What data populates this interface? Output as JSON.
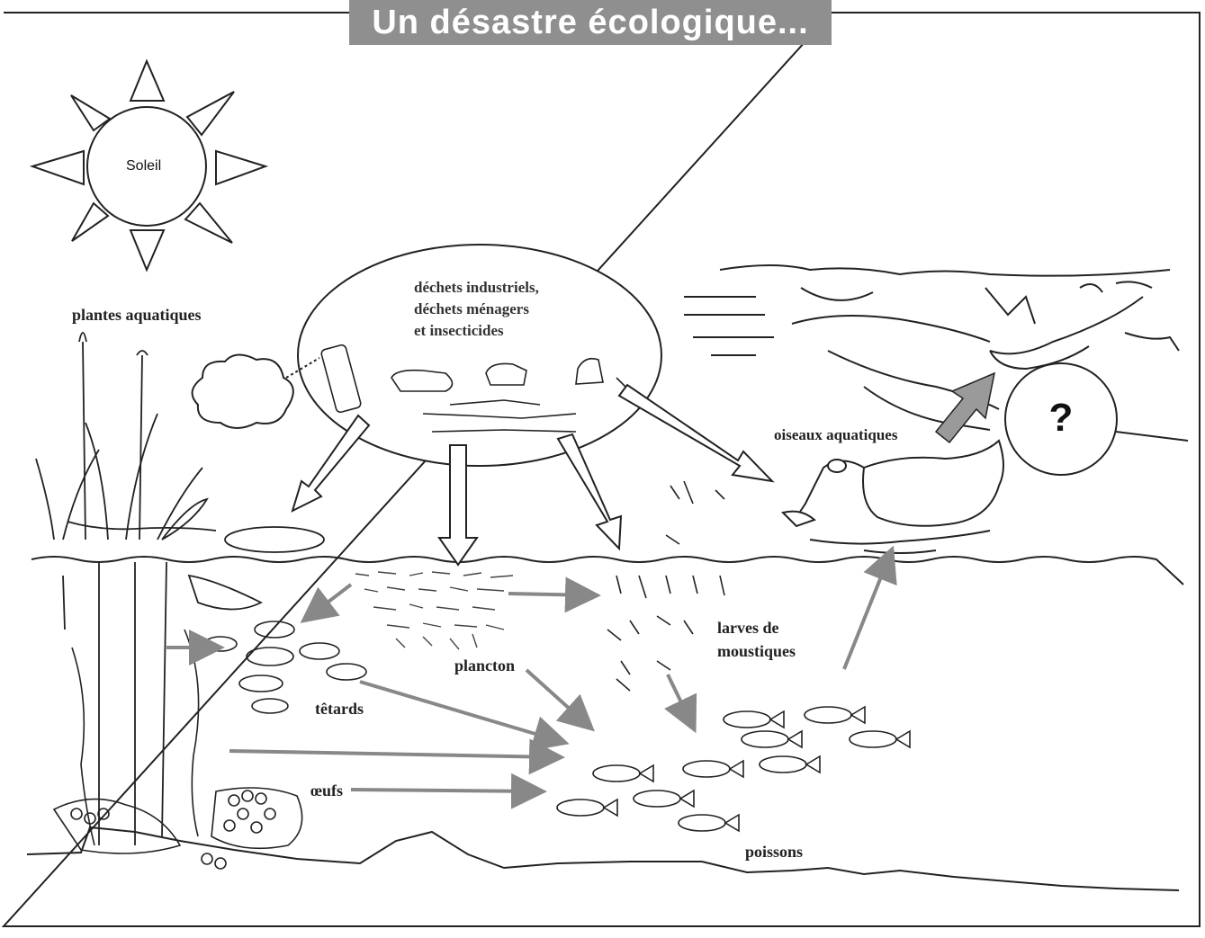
{
  "title": "Un désastre écologique...",
  "sun": {
    "label": "Soleil",
    "icon": "sun-icon"
  },
  "waste": {
    "lines": [
      "déchets industriels,",
      "déchets ménagers",
      "et insecticides"
    ]
  },
  "labels": {
    "aquatic_plants": "plantes aquatiques",
    "aquatic_birds": "oiseaux aquatiques",
    "mosquito_larvae_1": "larves de",
    "mosquito_larvae_2": "moustiques",
    "plankton": "plancton",
    "tadpoles": "têtards",
    "eggs": "œufs",
    "fish": "poissons"
  },
  "question": "?",
  "colors": {
    "title_bg": "#8f8f8f",
    "title_text": "#ffffff",
    "arrow_gray": "#888888",
    "line": "#222222"
  }
}
